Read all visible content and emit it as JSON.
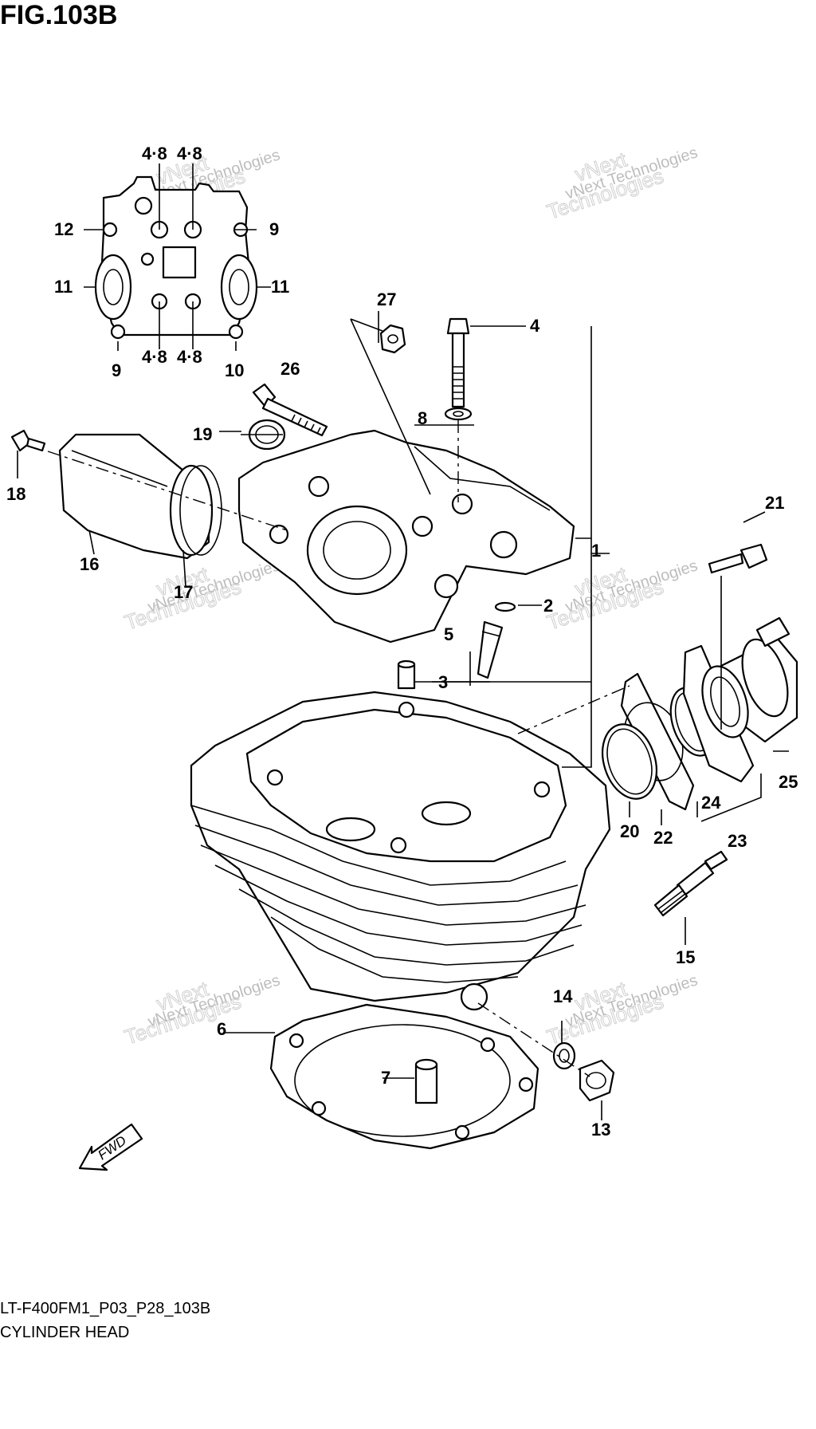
{
  "figure": {
    "title": "FIG.103B",
    "code": "LT-F400FM1_P03_P28_103B",
    "name": "CYLINDER HEAD",
    "fwd_label": "FWD"
  },
  "watermark": {
    "line1": "vNext Technologies",
    "line2": "vNext",
    "line3": "Technologies"
  },
  "callouts": {
    "c1": "1",
    "c2": "2",
    "c3": "3",
    "c4": "4",
    "c5": "5",
    "c6": "6",
    "c7": "7",
    "c8": "8",
    "c9a": "9",
    "c9b": "9",
    "c10": "10",
    "c11a": "11",
    "c11b": "11",
    "c12": "12",
    "c13": "13",
    "c14": "14",
    "c15": "15",
    "c16": "16",
    "c17": "17",
    "c18": "18",
    "c19": "19",
    "c20": "20",
    "c21": "21",
    "c22": "22",
    "c23": "23",
    "c24": "24",
    "c25": "25",
    "c26": "26",
    "c27": "27",
    "c48a": "4·8",
    "c48b": "4·8",
    "c48c": "4·8",
    "c48d": "4·8"
  }
}
